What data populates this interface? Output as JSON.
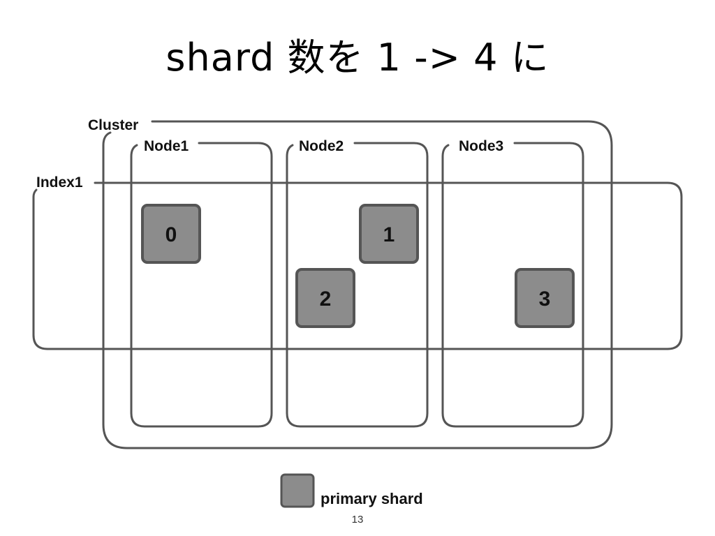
{
  "title": "shard 数を 1 -> 4 に",
  "colors": {
    "frame_stroke": "#555555",
    "shard_fill": "#8c8c8c",
    "shard_stroke": "#555555"
  },
  "cluster": {
    "label": "Cluster",
    "nodes": [
      {
        "label": "Node1"
      },
      {
        "label": "Node2"
      },
      {
        "label": "Node3"
      }
    ]
  },
  "index": {
    "label": "Index1"
  },
  "shards": [
    {
      "label": "0",
      "node": "Node1"
    },
    {
      "label": "1",
      "node": "Node2"
    },
    {
      "label": "2",
      "node": "Node2"
    },
    {
      "label": "3",
      "node": "Node3"
    }
  ],
  "legend": {
    "label": "primary shard"
  },
  "page_number": "13"
}
